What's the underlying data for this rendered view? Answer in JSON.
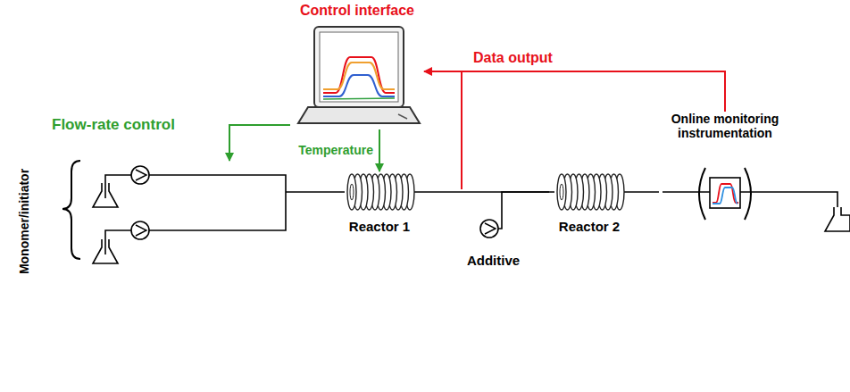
{
  "diagram": {
    "nodes": [
      {
        "text": [
          "Control interface"
        ]
      },
      {
        "text": [
          "Monomer/initiator"
        ]
      },
      {
        "text": [
          "Reactor 1"
        ]
      },
      {
        "text": [
          "Additive"
        ]
      },
      {
        "text": [
          "Reactor 2"
        ]
      },
      {
        "text": [
          "Online monitoring instrumentation"
        ]
      }
    ],
    "edges": [
      {
        "from": 0,
        "to": 1,
        "arrow": "to",
        "label": "Flow-rate control"
      },
      {
        "from": 0,
        "to": 2,
        "arrow": "to",
        "label": "Temperature"
      },
      {
        "from": 5,
        "to": 0,
        "arrow": "to",
        "label": "Data output"
      },
      {
        "from": 1,
        "to": 2,
        "arrow": "none"
      },
      {
        "from": 2,
        "to": 4,
        "arrow": "none"
      },
      {
        "from": 3,
        "to": 4,
        "arrow": "none"
      },
      {
        "from": 4,
        "to": 5,
        "arrow": "none"
      }
    ]
  }
}
